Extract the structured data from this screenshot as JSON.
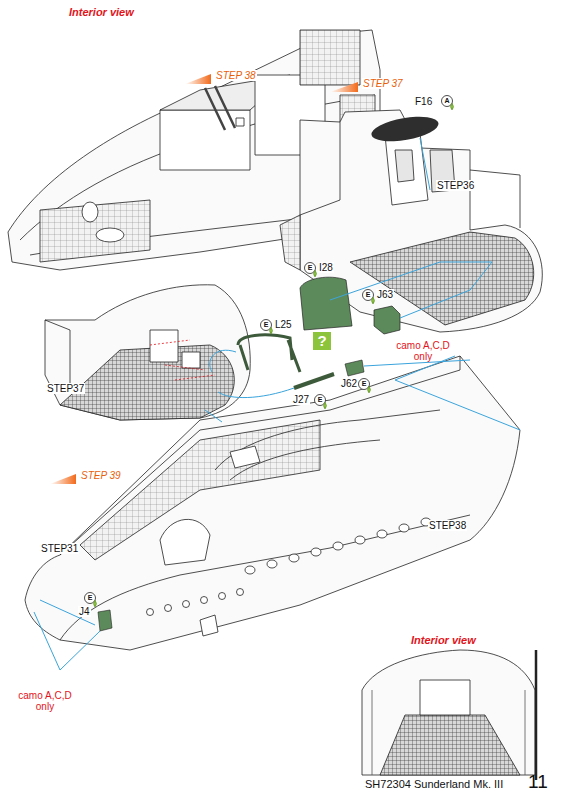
{
  "diagram": {
    "labels": [
      "Interior view",
      "STEP 37",
      "F16",
      "A",
      "STEP36",
      "STEP 38",
      "E",
      "I28",
      "E",
      "J63",
      "camo A,C,D only",
      "STEP37",
      "E",
      "L25",
      "?",
      "J62",
      "E",
      "J27",
      "E",
      "STEP 39",
      "STEP38",
      "STEP31",
      "J4",
      "E",
      "camo A,C,D only",
      "Interior view",
      "SH72304 Sunderland Mk. III",
      "11"
    ]
  }
}
